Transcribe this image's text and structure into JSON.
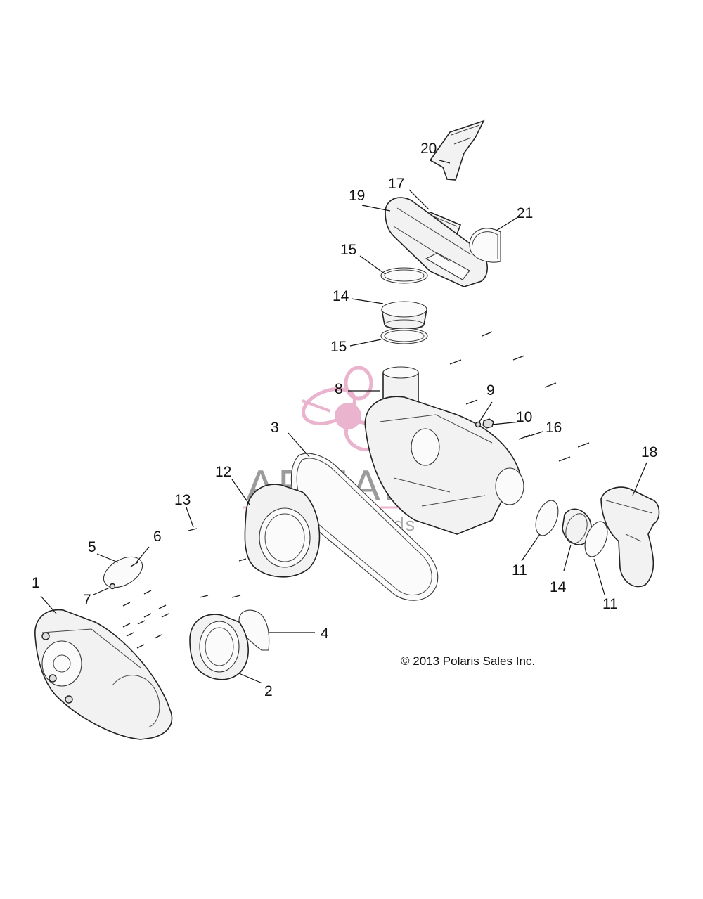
{
  "callouts": [
    {
      "id": "c1",
      "text": "1"
    },
    {
      "id": "c2",
      "text": "2"
    },
    {
      "id": "c3",
      "text": "3"
    },
    {
      "id": "c4",
      "text": "4"
    },
    {
      "id": "c5",
      "text": "5"
    },
    {
      "id": "c6",
      "text": "6"
    },
    {
      "id": "c7",
      "text": "7"
    },
    {
      "id": "c8",
      "text": "8"
    },
    {
      "id": "c9",
      "text": "9"
    },
    {
      "id": "c10",
      "text": "10"
    },
    {
      "id": "c11a",
      "text": "11"
    },
    {
      "id": "c11b",
      "text": "11"
    },
    {
      "id": "c12",
      "text": "12"
    },
    {
      "id": "c13",
      "text": "13"
    },
    {
      "id": "c14a",
      "text": "14"
    },
    {
      "id": "c14b",
      "text": "14"
    },
    {
      "id": "c15a",
      "text": "15"
    },
    {
      "id": "c15b",
      "text": "15"
    },
    {
      "id": "c16",
      "text": "16"
    },
    {
      "id": "c17",
      "text": "17"
    },
    {
      "id": "c18",
      "text": "18"
    },
    {
      "id": "c19",
      "text": "19"
    },
    {
      "id": "c20",
      "text": "20"
    },
    {
      "id": "c21",
      "text": "21"
    }
  ],
  "copyright": "© 2013 Polaris Sales Inc.",
  "watermark": {
    "title": "ARMADA",
    "subtitle": "marine outboards",
    "color": "#e7a6c6",
    "line_color": "#f0a8c8"
  }
}
